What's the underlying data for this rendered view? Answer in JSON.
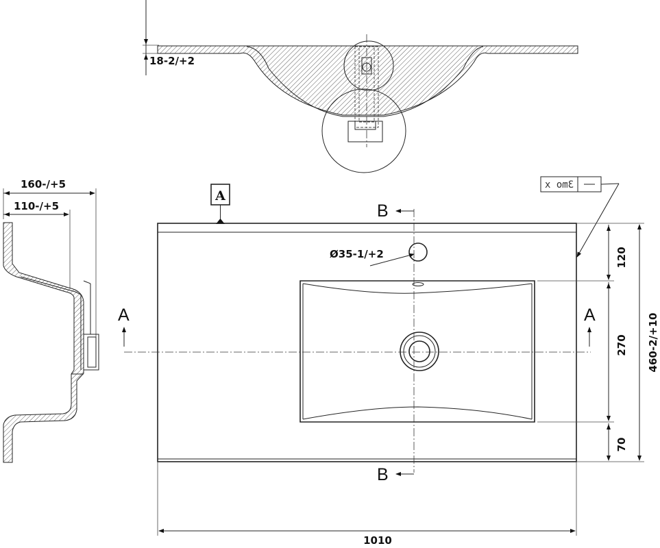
{
  "labels": {
    "thickness": "18-2/+2",
    "side_total": "160-/+5",
    "side_bowl": "110-/+5",
    "datum": "A",
    "flatness": "3mo x",
    "section_b": "B",
    "section_a": "A",
    "hole": "Ø35-1/+2",
    "dim_120": "120",
    "dim_270": "270",
    "dim_70": "70",
    "depth": "460-2/+10",
    "width": "1010"
  }
}
